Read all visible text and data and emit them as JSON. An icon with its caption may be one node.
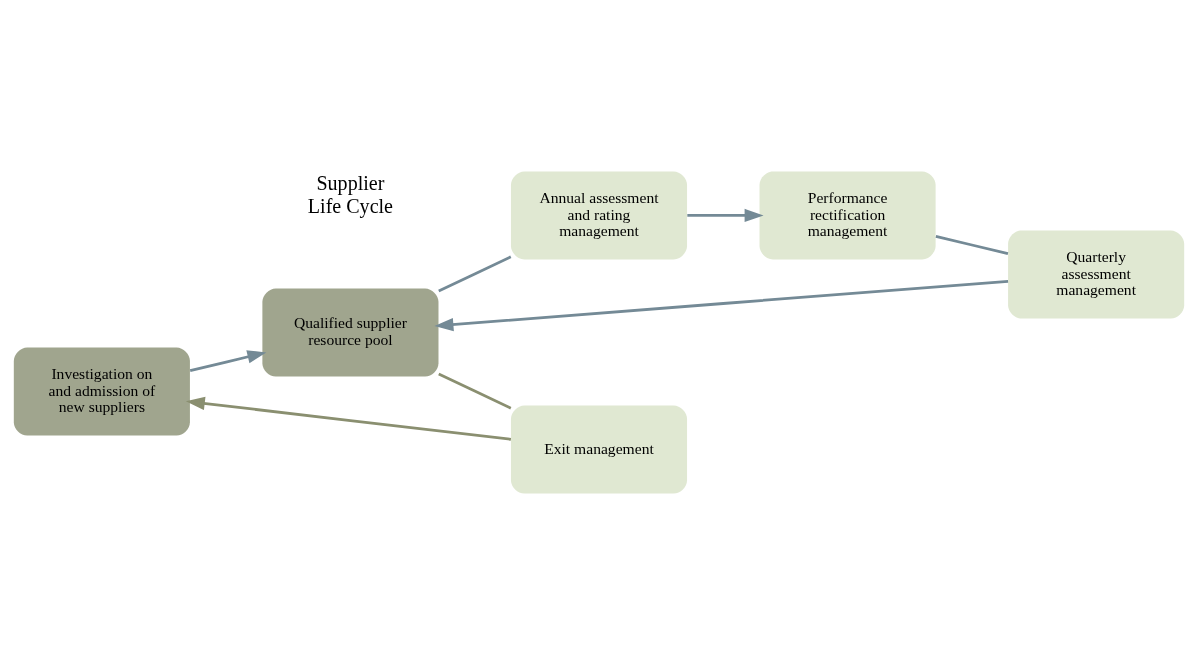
{
  "diagram": {
    "nodes": [
      {
        "text": [
          "Investigation on and admission of new suppliers"
        ]
      },
      {
        "text": [
          "Annual assessment and rating management"
        ]
      },
      {
        "text": [
          "Qualified supplier resource pool"
        ]
      },
      {
        "text": [
          "Performance rectification management"
        ]
      },
      {
        "text": [
          "Exit management"
        ]
      },
      {
        "text": [
          "Quarterly assessment management"
        ]
      }
    ],
    "edges": [
      {
        "from": 0,
        "to": 2,
        "arrow": "to"
      },
      {
        "from": 2,
        "to": 1,
        "arrow": "none"
      },
      {
        "from": 1,
        "to": 3,
        "arrow": "to"
      },
      {
        "from": 3,
        "to": 5,
        "arrow": "none"
      },
      {
        "from": 5,
        "to": 2,
        "arrow": "to"
      },
      {
        "from": 2,
        "to": 4,
        "arrow": "none",
        "color": "#8a8f70"
      },
      {
        "from": 4,
        "to": 0,
        "arrow": "to",
        "color": "#8a8f70"
      }
    ],
    "labels": [
      "Supplier Life Cycle"
    ]
  }
}
